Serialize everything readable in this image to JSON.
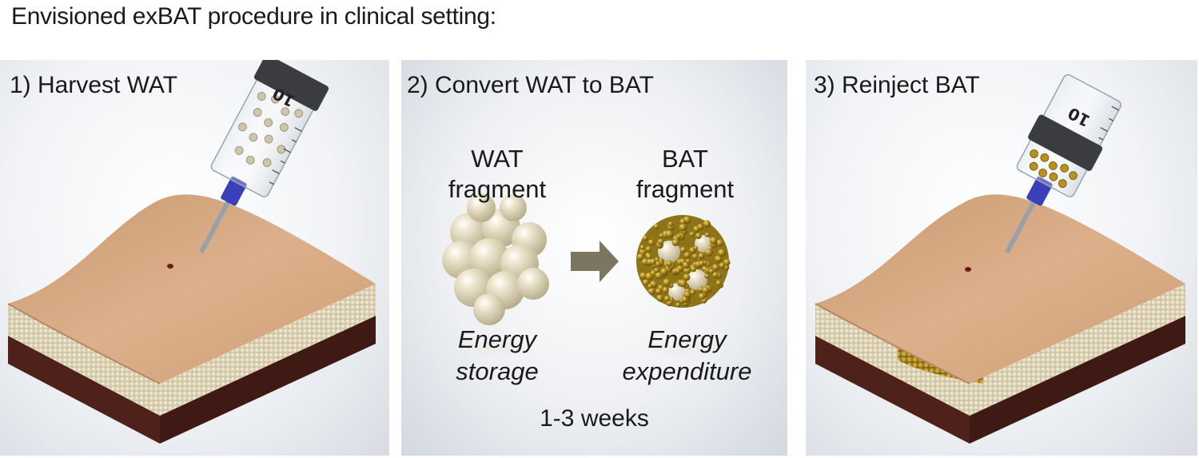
{
  "title": "Envisioned exBAT procedure in clinical setting:",
  "steps": [
    {
      "label": "1) Harvest WAT",
      "syringe_mark": "10"
    },
    {
      "label": "2) Convert WAT to BAT",
      "left_fragment": {
        "name_line1": "WAT",
        "name_line2": "fragment",
        "role_line1": "Energy",
        "role_line2": "storage"
      },
      "right_fragment": {
        "name_line1": "BAT",
        "name_line2": "fragment",
        "role_line1": "Energy",
        "role_line2": "expenditure"
      },
      "duration": "1-3 weeks"
    },
    {
      "label": "3) Reinject BAT",
      "syringe_mark": "10"
    }
  ],
  "colors": {
    "skin": "#d9ad85",
    "fat_layer": "#d8ceb2",
    "muscle": "#5a2820",
    "wat_cell": "#e2d8bc",
    "bat_cell": "#a8861c",
    "arrow": "#7a7660",
    "needle_hub": "#3b40b8"
  }
}
